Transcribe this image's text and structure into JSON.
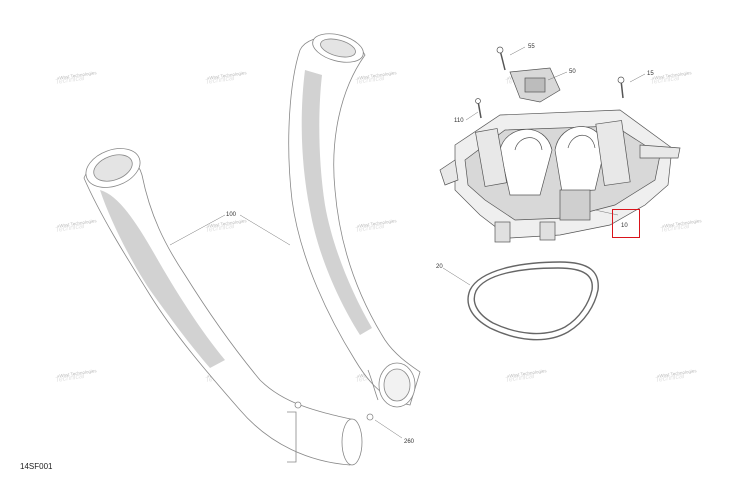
{
  "diagram": {
    "code": "14SF001",
    "highlight_color": "#d9141b",
    "part_labels": [
      {
        "id": "55",
        "text": "55"
      },
      {
        "id": "50",
        "text": "50"
      },
      {
        "id": "15",
        "text": "15"
      },
      {
        "id": "110",
        "text": "110"
      },
      {
        "id": "10",
        "text": "10"
      },
      {
        "id": "20",
        "text": "20"
      },
      {
        "id": "100",
        "text": "100"
      },
      {
        "id": "260",
        "text": "260"
      }
    ],
    "watermark": {
      "line1": "+Wast Technologies",
      "line2": "Technical"
    }
  }
}
